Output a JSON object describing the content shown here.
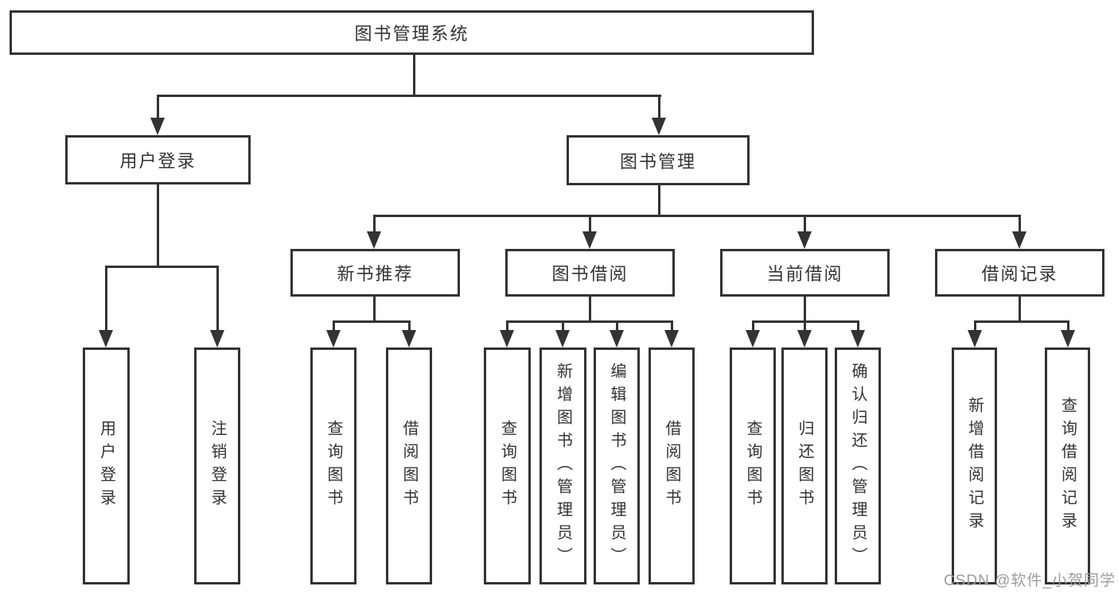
{
  "title": "图书管理系统",
  "colors": {
    "line": "#333333",
    "text": "#333333",
    "watermark": "#9c9c9c",
    "background": "#ffffff"
  },
  "nodes": {
    "root": "图书管理系统",
    "level2": [
      "用户登录",
      "图书管理"
    ],
    "level3": [
      "新书推荐",
      "图书借阅",
      "当前借阅",
      "借阅记录"
    ],
    "login_children": [
      "用户登录",
      "注销登录"
    ],
    "newbook_children": [
      "查询图书",
      "借阅图书"
    ],
    "borrow_children": [
      "查询图书",
      "新增图书（管理员）",
      "编辑图书（管理员）",
      "借阅图书"
    ],
    "current_children": [
      "查询图书",
      "归还图书",
      "确认归还（管理员）"
    ],
    "records_children": [
      "新增借阅记录",
      "查询借阅记录"
    ]
  },
  "watermark": "CSDN @软件_小贺同学"
}
